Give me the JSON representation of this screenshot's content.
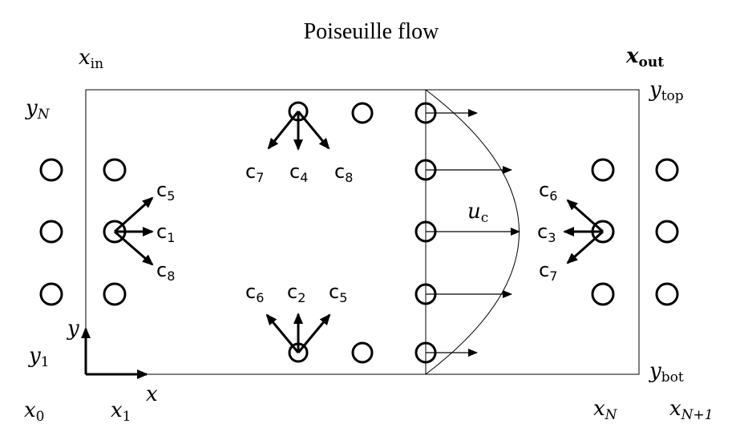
{
  "title": "Poiseuille flow",
  "labels": {
    "x_in": {
      "base": "x",
      "sub": "in"
    },
    "x_out": {
      "base": "x",
      "sub": "out"
    },
    "y_N": {
      "base": "y",
      "sub": "N"
    },
    "y_top": {
      "base": "y",
      "sub": "top"
    },
    "y_1": {
      "base": "y",
      "sub": "1"
    },
    "y_bot": {
      "base": "y",
      "sub": "bot"
    },
    "y_axis": "y",
    "x_axis": "x",
    "x_0": {
      "base": "x",
      "sub": "0"
    },
    "x_1": {
      "base": "x",
      "sub": "1"
    },
    "x_N": {
      "base": "x",
      "sub": "N"
    },
    "x_N1": {
      "base": "x",
      "sub": "N+1"
    },
    "u_c": {
      "base": "u",
      "sub": "c"
    }
  },
  "velocity_labels": {
    "top": [
      {
        "base": "c",
        "sub": "7"
      },
      {
        "base": "c",
        "sub": "4"
      },
      {
        "base": "c",
        "sub": "8"
      }
    ],
    "left": [
      {
        "base": "c",
        "sub": "5"
      },
      {
        "base": "c",
        "sub": "1"
      },
      {
        "base": "c",
        "sub": "8"
      }
    ],
    "bottom": [
      {
        "base": "c",
        "sub": "6"
      },
      {
        "base": "c",
        "sub": "2"
      },
      {
        "base": "c",
        "sub": "5"
      }
    ],
    "right": [
      {
        "base": "c",
        "sub": "6"
      },
      {
        "base": "c",
        "sub": "3"
      },
      {
        "base": "c",
        "sub": "7"
      }
    ]
  }
}
